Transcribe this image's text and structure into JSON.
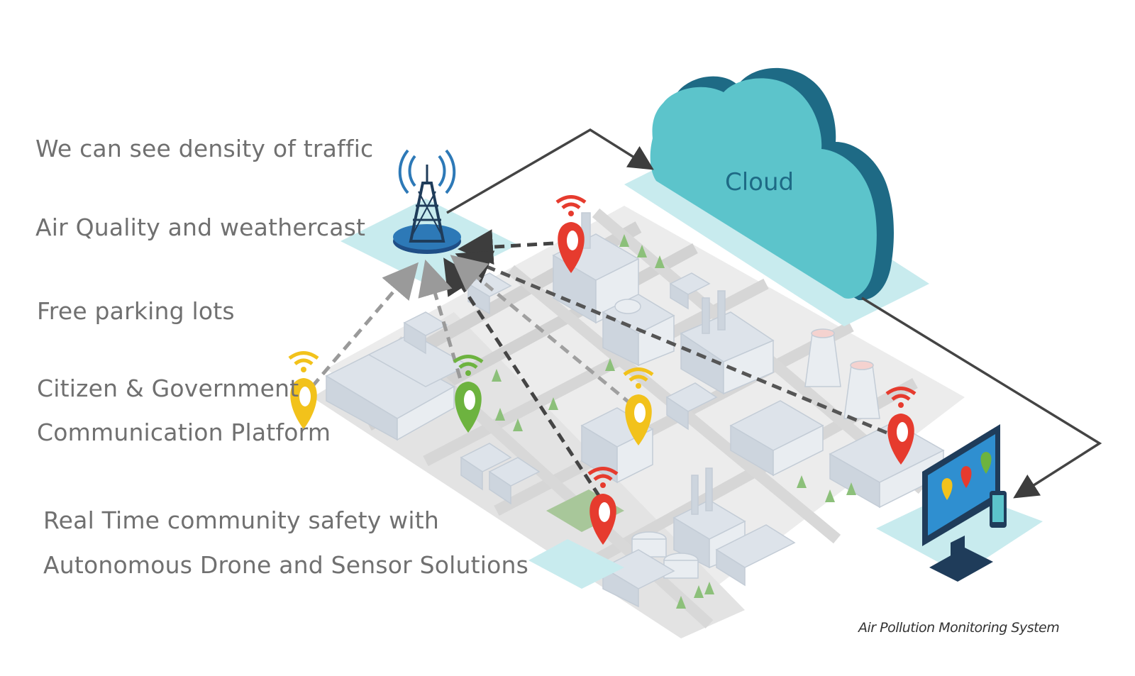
{
  "features": [
    "We can see density of traffic",
    "Air Quality and weathercast",
    "Free parking lots",
    "Citizen & Government",
    "Communication Platform",
    "Real Time community safety with",
    "Autonomous Drone and Sensor Solutions"
  ],
  "cloud": {
    "label": "Cloud"
  },
  "caption": "Air Pollution Monitoring System",
  "sensors": [
    {
      "name": "sensor-pin-yellow-left",
      "color": "#f2c21b",
      "icon": "location-pin-icon"
    },
    {
      "name": "sensor-pin-green",
      "color": "#6db33f",
      "icon": "location-pin-icon"
    },
    {
      "name": "sensor-pin-red-factory",
      "color": "#e63b2e",
      "icon": "location-pin-icon"
    },
    {
      "name": "sensor-pin-yellow-center",
      "color": "#f2c21b",
      "icon": "location-pin-icon"
    },
    {
      "name": "sensor-pin-red-park",
      "color": "#e63b2e",
      "icon": "location-pin-icon"
    },
    {
      "name": "sensor-pin-red-right",
      "color": "#e63b2e",
      "icon": "location-pin-icon"
    }
  ],
  "colors": {
    "cloud_top": "#5cc4cb",
    "cloud_side": "#1e6a85",
    "pad": "#c8ebee",
    "tower": "#1f3c5a",
    "tower_base": "#2d79b7",
    "arrow": "#444444",
    "ground": "#eeeeee",
    "road": "#d7d7d7"
  }
}
